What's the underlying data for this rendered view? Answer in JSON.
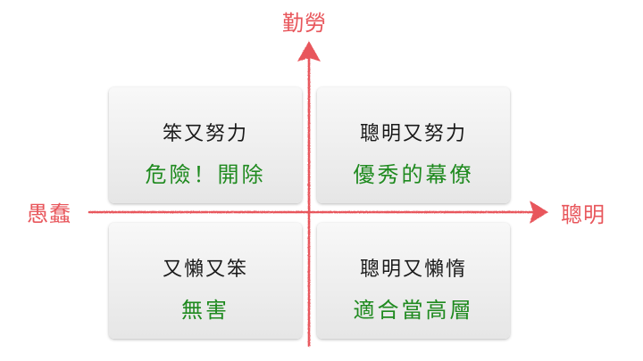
{
  "axes": {
    "vertical_top": "勤勞",
    "horizontal_left": "愚蠢",
    "horizontal_right": "聰明",
    "color": "#e8575c"
  },
  "quadrants": {
    "top_left": {
      "label": "笨又努力",
      "verdict": "危險！開除"
    },
    "top_right": {
      "label": "聰明又努力",
      "verdict": "優秀的幕僚"
    },
    "bottom_left": {
      "label": "又懶又笨",
      "verdict": "無害"
    },
    "bottom_right": {
      "label": "聰明又懶惰",
      "verdict": "適合當高層"
    }
  },
  "colors": {
    "verdict_text": "#1f8a1f",
    "label_text": "#1a1a1a"
  }
}
